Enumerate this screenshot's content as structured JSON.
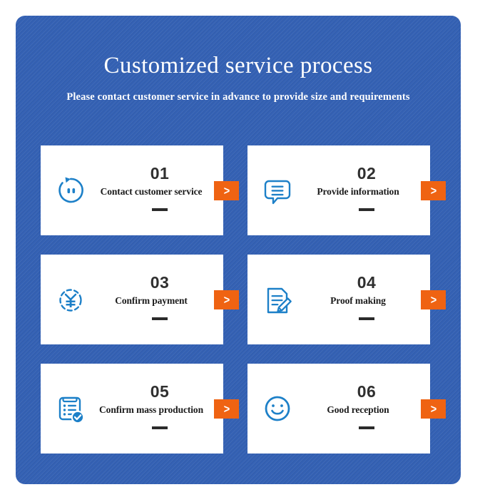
{
  "panel": {
    "background_color": "#3461b4",
    "title": "Customized service process",
    "subtitle": "Please contact customer service in advance to provide size and requirements"
  },
  "theme": {
    "accent_blue": "#3461b4",
    "icon_blue": "#1d80c8",
    "arrow_orange": "#ef6312",
    "card_bg": "#ffffff",
    "number_color": "#2f2f2f",
    "label_color": "#1b1b1b"
  },
  "arrow_button": {
    "glyph": ">",
    "name": "chevron-right-icon"
  },
  "steps": [
    {
      "number": "01",
      "label": "Contact customer service",
      "icon": "customer-service-icon",
      "dash": "—"
    },
    {
      "number": "02",
      "label": "Provide information",
      "icon": "speech-bubble-lines-icon",
      "dash": "—"
    },
    {
      "number": "03",
      "label": "Confirm payment",
      "icon": "yen-payment-icon",
      "dash": "—"
    },
    {
      "number": "04",
      "label": "Proof making",
      "icon": "document-pencil-icon",
      "dash": "—"
    },
    {
      "number": "05",
      "label": "Confirm mass production",
      "icon": "checklist-verified-icon",
      "dash": "—"
    },
    {
      "number": "06",
      "label": "Good reception",
      "icon": "smiley-face-icon",
      "dash": "—"
    }
  ]
}
